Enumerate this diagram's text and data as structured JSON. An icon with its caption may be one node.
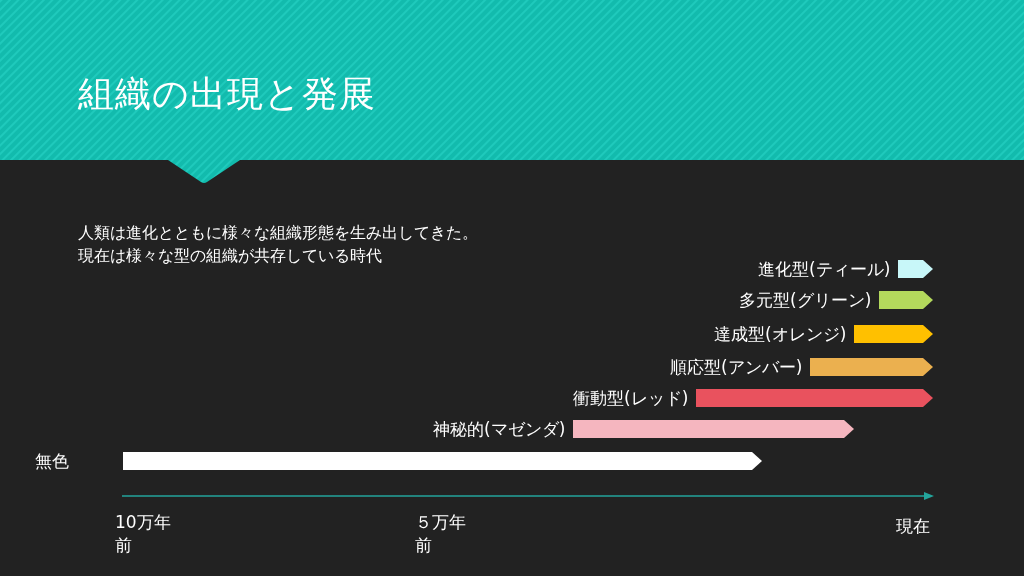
{
  "diagram": {
    "title": "組織の出現と発展",
    "nodes": [
      {
        "text": [],
        "shape": "bar",
        "beside": [
          "進化型(ティール)"
        ]
      },
      {
        "text": [],
        "shape": "bar",
        "beside": [
          "多元型(グリーン)"
        ]
      },
      {
        "text": [],
        "shape": "bar",
        "beside": [
          "達成型(オレンジ)"
        ]
      },
      {
        "text": [],
        "shape": "bar",
        "beside": [
          "順応型(アンバー)"
        ]
      },
      {
        "text": [],
        "shape": "bar",
        "beside": [
          "衝動型(レッド)"
        ]
      },
      {
        "text": [],
        "shape": "bar",
        "beside": [
          "神秘的(マゼンダ)"
        ]
      },
      {
        "text": [],
        "shape": "bar",
        "beside": [
          "無色"
        ]
      }
    ],
    "labels": [
      "人類は進化とともに様々な組織形態を生み出してきた。",
      "現在は様々な型の組織が共存している時代",
      "10万年前",
      "５万年前",
      "現在"
    ]
  }
}
